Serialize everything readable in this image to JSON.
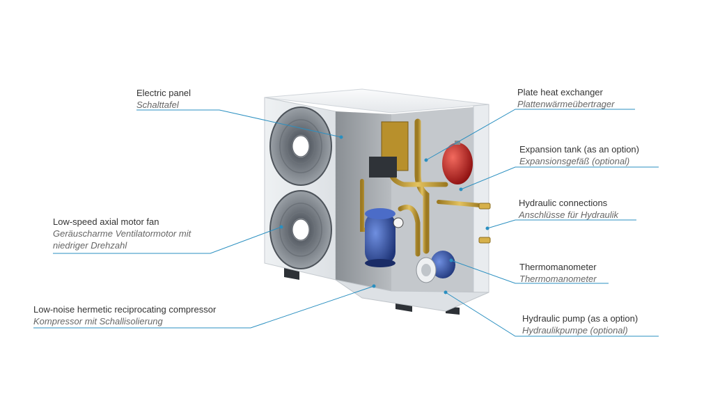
{
  "colors": {
    "leader_line": "#2a8fc0",
    "unit_housing": "#f2f4f6",
    "pipe_brass": "#c9a13a",
    "compressor_blue": "#2e4fa8",
    "tank_red": "#c8201e"
  },
  "callouts": {
    "electric_panel": {
      "en": "Electric panel",
      "de": "Schalttafel"
    },
    "fan": {
      "en": "Low-speed axial motor fan",
      "de1": "Geräuscharme Ventilatormotor mit",
      "de2": "niedriger Drehzahl"
    },
    "compressor": {
      "en": "Low-noise hermetic reciprocating compressor",
      "de": "Kompressor mit Schallisolierung"
    },
    "plate_hx": {
      "en": "Plate heat exchanger",
      "de": "Plattenwärmeübertrager"
    },
    "expansion_tank": {
      "en": "Expansion tank (as an option)",
      "de": "Expansionsgefäß (optional)"
    },
    "hydraulic_conn": {
      "en": "Hydraulic connections",
      "de": "Anschlüsse für Hydraulik"
    },
    "thermomanometer": {
      "en": "Thermomanometer",
      "de": "Thermomanometer"
    },
    "pump": {
      "en": "Hydraulic pump (as a option)",
      "de": "Hydraulikpumpe (optional)"
    }
  }
}
